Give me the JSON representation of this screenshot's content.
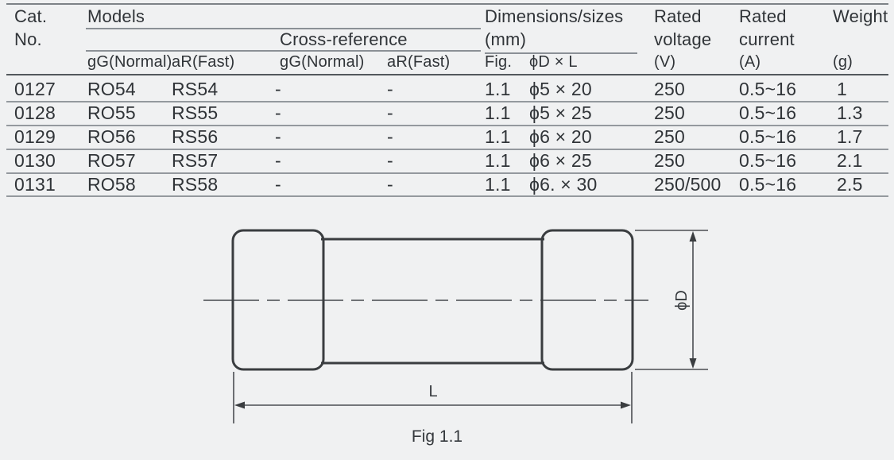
{
  "table": {
    "header": {
      "cat": "Cat.",
      "no": "No.",
      "models": "Models",
      "cross_reference": "Cross-reference",
      "dimensions": "Dimensions/sizes",
      "mm": "(mm)",
      "rated1": "Rated",
      "voltage": "voltage",
      "voltage_unit": "(V)",
      "rated2": "Rated",
      "current": "current",
      "current_unit": "(A)",
      "weight": "Weight",
      "weight_unit": "(g)",
      "sub_gg_models": "gG(Normal)",
      "sub_ar_models": "aR(Fast)",
      "sub_gg_cross": "gG(Normal)",
      "sub_ar_cross": "aR(Fast)",
      "fig": "Fig.",
      "d_x_l": "ϕD × L"
    },
    "rows": [
      {
        "cat": "0127",
        "gg": "RO54",
        "ar": "RS54",
        "cross_gg": "-",
        "cross_ar": "-",
        "fig": "1.1",
        "dxl": "ϕ5 × 20",
        "voltage": "250",
        "current": "0.5~16",
        "weight": "1"
      },
      {
        "cat": "0128",
        "gg": "RO55",
        "ar": "RS55",
        "cross_gg": "-",
        "cross_ar": "-",
        "fig": "1.1",
        "dxl": "ϕ5 × 25",
        "voltage": "250",
        "current": "0.5~16",
        "weight": "1.3"
      },
      {
        "cat": "0129",
        "gg": "RO56",
        "ar": "RS56",
        "cross_gg": "-",
        "cross_ar": "-",
        "fig": "1.1",
        "dxl": "ϕ6 × 20",
        "voltage": "250",
        "current": "0.5~16",
        "weight": "1.7"
      },
      {
        "cat": "0130",
        "gg": "RO57",
        "ar": "RS57",
        "cross_gg": "-",
        "cross_ar": "-",
        "fig": "1.1",
        "dxl": "ϕ6 × 25",
        "voltage": "250",
        "current": "0.5~16",
        "weight": "2.1"
      },
      {
        "cat": "0131",
        "gg": "RO58",
        "ar": "RS58",
        "cross_gg": "-",
        "cross_ar": "-",
        "fig": "1.1",
        "dxl": "ϕ6. × 30",
        "voltage": "250/500",
        "current": "0.5~16",
        "weight": "2.5"
      }
    ]
  },
  "figure": {
    "label_d": "ϕD",
    "label_l": "L",
    "caption": "Fig 1.1"
  },
  "colors": {
    "background": "#f0f1f2",
    "text": "#303438",
    "rule_light": "#8b9096",
    "rule_dark": "#53585d",
    "drawing": "#3a3d40"
  }
}
